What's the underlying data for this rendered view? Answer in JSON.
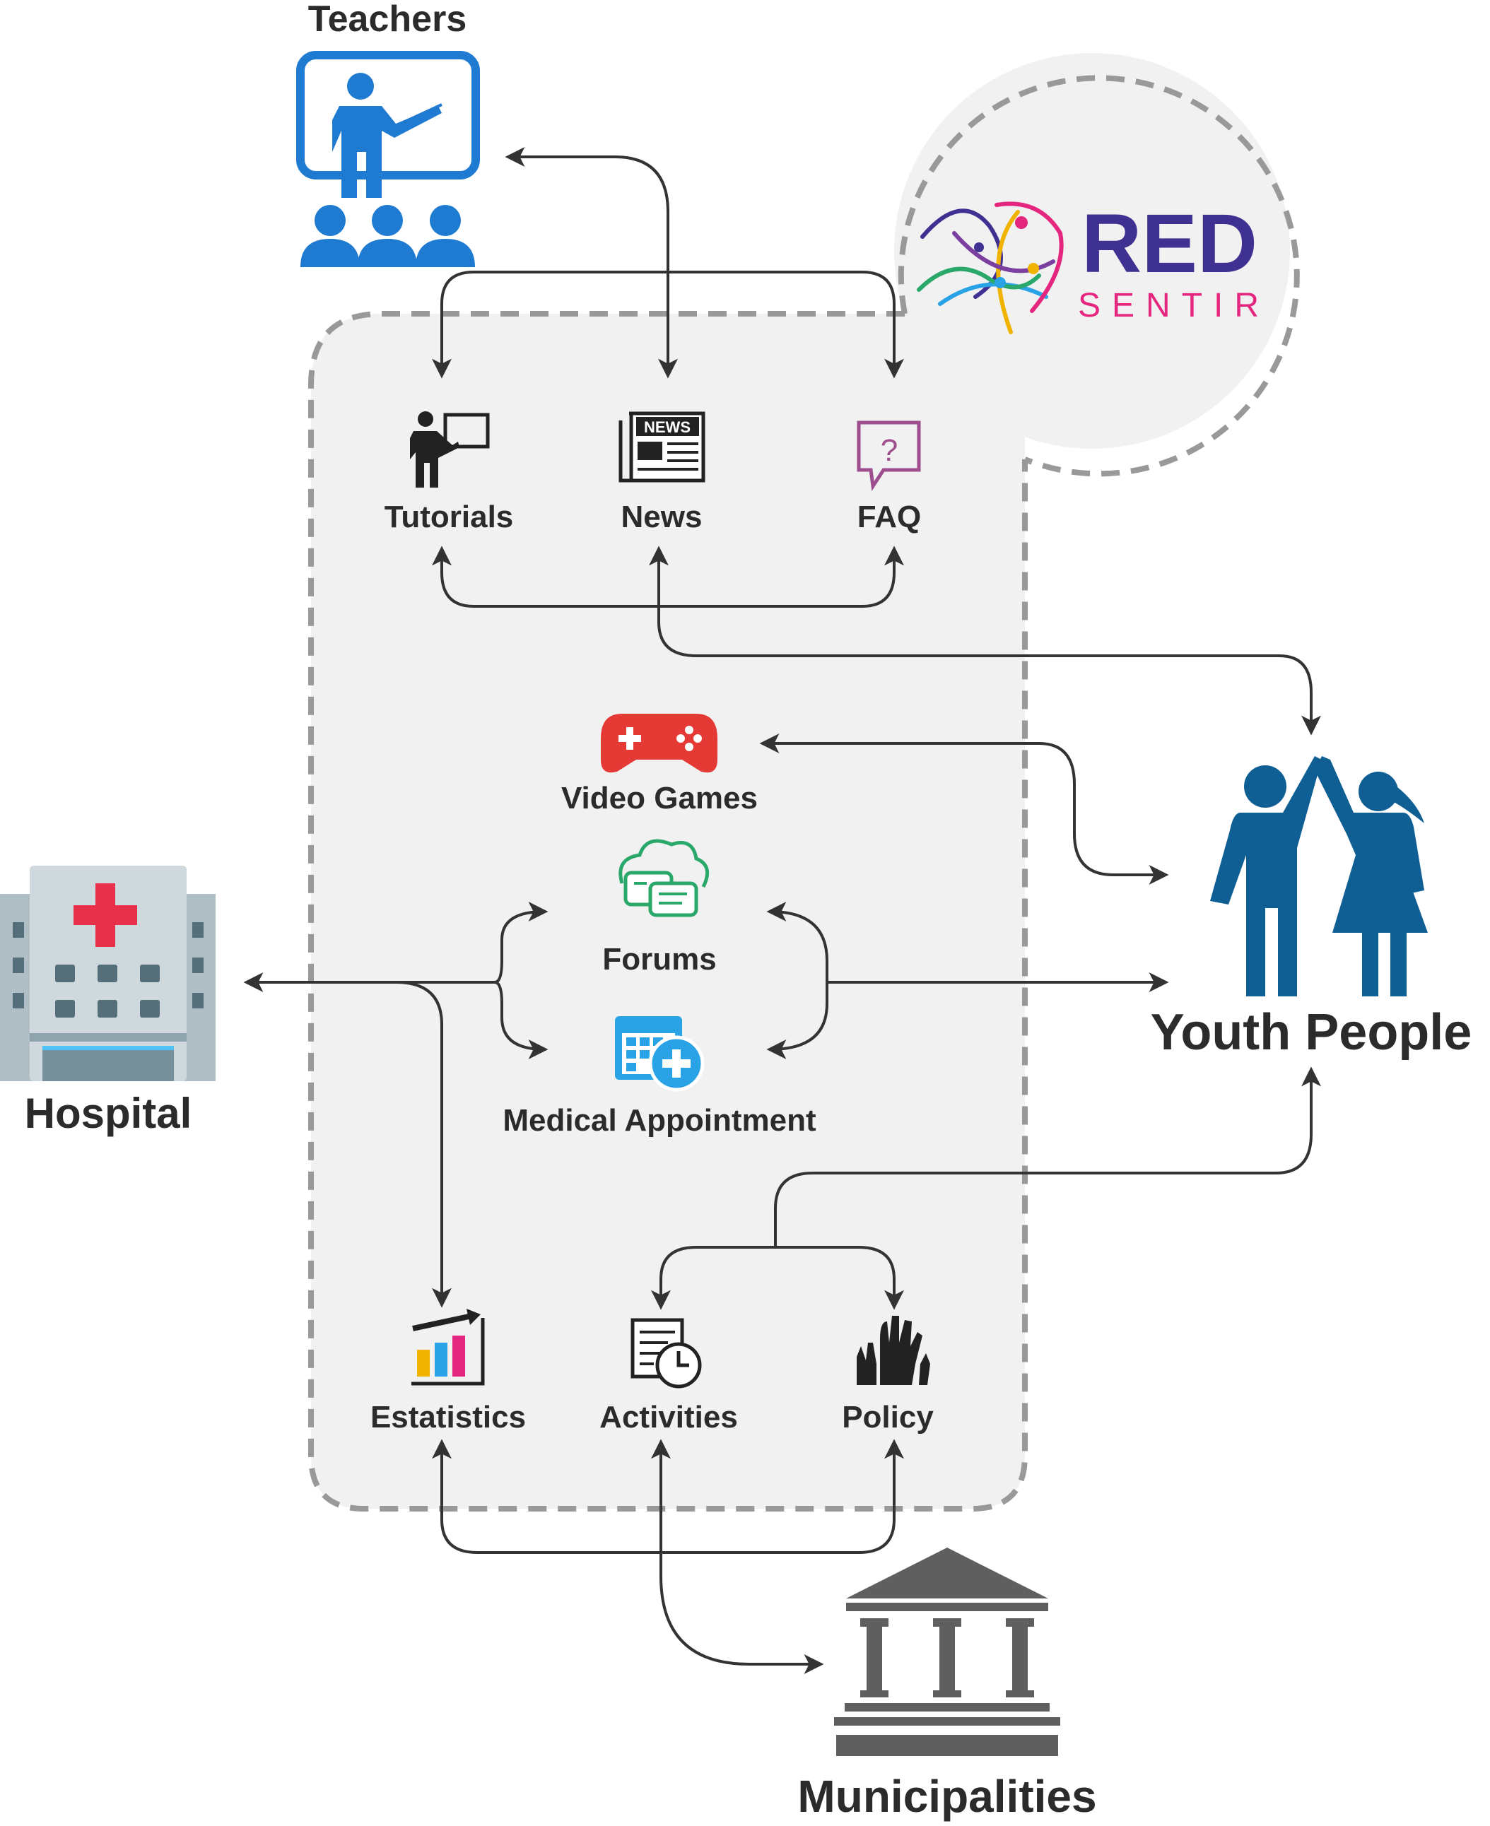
{
  "actors": {
    "teachers": "Teachers",
    "youth_people": "Youth People",
    "hospital": "Hospital",
    "municipalities": "Municipalities"
  },
  "logo": {
    "word": "RED",
    "subword": "SENTIR"
  },
  "modules": {
    "tutorials": "Tutorials",
    "news": "News",
    "faq": "FAQ",
    "video_games": "Video Games",
    "forums": "Forums",
    "medical_appointment": "Medical Appointment",
    "estatistics": "Estatistics",
    "activities": "Activities",
    "policy": "Policy"
  },
  "icon_text": {
    "news_masthead": "NEWS",
    "faq_mark": "?"
  },
  "colors": {
    "teacher_blue": "#1f7ad1",
    "youth_blue": "#0f5f94",
    "arrow": "#333333",
    "platform_bg": "#f1f1f1",
    "dashed_border": "#999999",
    "gamepad_red": "#e53935",
    "forum_green": "#2aa86a",
    "calendar_blue": "#29a3e6",
    "faq_purple": "#9e4d8e",
    "building_gray": "#5f5f5f",
    "logo_red_word": "#3e3191",
    "logo_sentir": "#e5267f"
  },
  "icons": [
    "teacher-board-icon",
    "tutorial-presenter-icon",
    "newspaper-icon",
    "faq-bubble-icon",
    "gamepad-icon",
    "forum-bubbles-icon",
    "calendar-plus-icon",
    "hospital-icon",
    "youth-highfive-icon",
    "bar-chart-icon",
    "activities-clock-icon",
    "raised-hands-icon",
    "government-building-icon"
  ]
}
